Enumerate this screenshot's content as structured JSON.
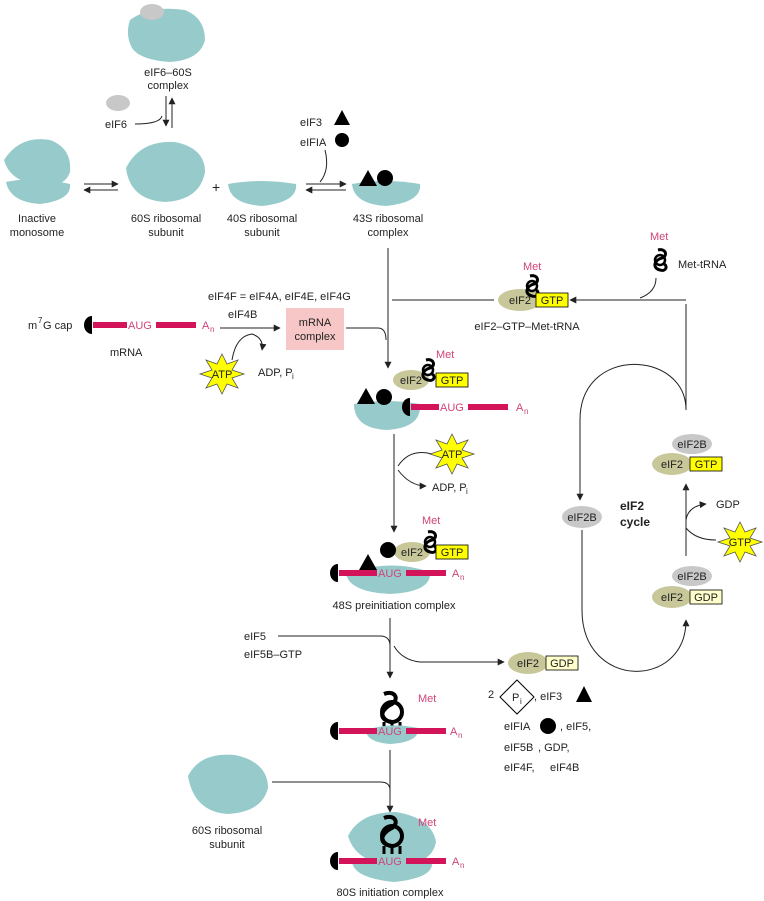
{
  "labels": {
    "eif6_60s_l1": "eIF6–60S",
    "eif6_60s_l2": "complex",
    "eif6": "eIF6",
    "inactive_l1": "Inactive",
    "inactive_l2": "monosome",
    "plus": "+",
    "s60_l1": "60S ribosomal",
    "s60_l2": "subunit",
    "s40_l1": "40S ribosomal",
    "s40_l2": "subunit",
    "eif3": "eIF3",
    "eif1a": "eIFIA",
    "s43_l1": "43S ribosomal",
    "s43_l2": "complex",
    "met": "Met",
    "met_trna": "Met-tRNA",
    "eif2": "eIF2",
    "gtp": "GTP",
    "gdp": "GDP",
    "atp": "ATP",
    "ternary": "eIF2–GTP–Met-tRNA",
    "cap_m": "m",
    "cap_7": "7",
    "cap_g": "G cap",
    "aug": "AUG",
    "a": "A",
    "n": "n",
    "mrna": "mRNA",
    "eif4f_def": "eIF4F = eIF4A, eIF4E, eIF4G",
    "eif4b": "eIF4B",
    "mrna_complex_l1": "mRNA",
    "mrna_complex_l2": "complex",
    "adp_pi": "ADP, P",
    "i": "i",
    "eif2b": "eIF2B",
    "cycle_l1": "eIF2",
    "cycle_l2": "cycle",
    "gdp_release": "GDP",
    "s48": "48S preinitiation complex",
    "eif5": "eIF5",
    "eif5b_gtp": "eIF5B–GTP",
    "two": "2",
    "p": "P",
    "rel_eif3": ", eIF3",
    "rel_eif1a": "eIFIA",
    "rel_eif5": ", eIF5,",
    "rel_eif5b": "eIF5B",
    "rel_gdp": ",   GDP,",
    "rel_eif4f": "eIF4F,",
    "rel_eif4b": "eIF4B",
    "s60b_l1": "60S ribosomal",
    "s60b_l2": "subunit",
    "s80": "80S initiation complex"
  },
  "colors": {
    "ribosome": "#97cbcb",
    "eif6": "#c8c8c8",
    "eif2": "#c8c79a",
    "eif2b": "#c8c8c8",
    "gtp": "#ffff00",
    "gdp": "#ffffcc",
    "mrna": "#d4145a",
    "text_pink": "#d0447a",
    "mrna_complex": "#f7c6c6",
    "atp_star": "#ffff00"
  }
}
